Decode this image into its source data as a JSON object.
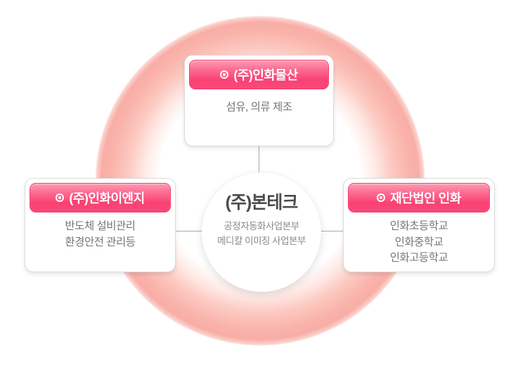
{
  "center": {
    "title": "(주)본테크",
    "subtitle_lines": [
      "공정자동화사업본부",
      "메디칼 이미징 사업본부"
    ]
  },
  "nodes": [
    {
      "title": "(주)인화물산",
      "lines": [
        "섬유, 의류 제조"
      ]
    },
    {
      "title": "(주)인화이엔지",
      "lines": [
        "반도체 설비관리",
        "환경안전 관리등"
      ]
    },
    {
      "title": "재단법인 인화",
      "lines": [
        "인화초등학교",
        "인화중학교",
        "인화고등학교"
      ]
    }
  ],
  "colors": {
    "accent_pink": "#fa4273",
    "accent_pink_light": "#fd9db2",
    "ring_glow": "#f9b2aa",
    "connector_gray": "#a9a9a9",
    "title_gray": "#4c4c4c",
    "body_gray": "#757575"
  }
}
